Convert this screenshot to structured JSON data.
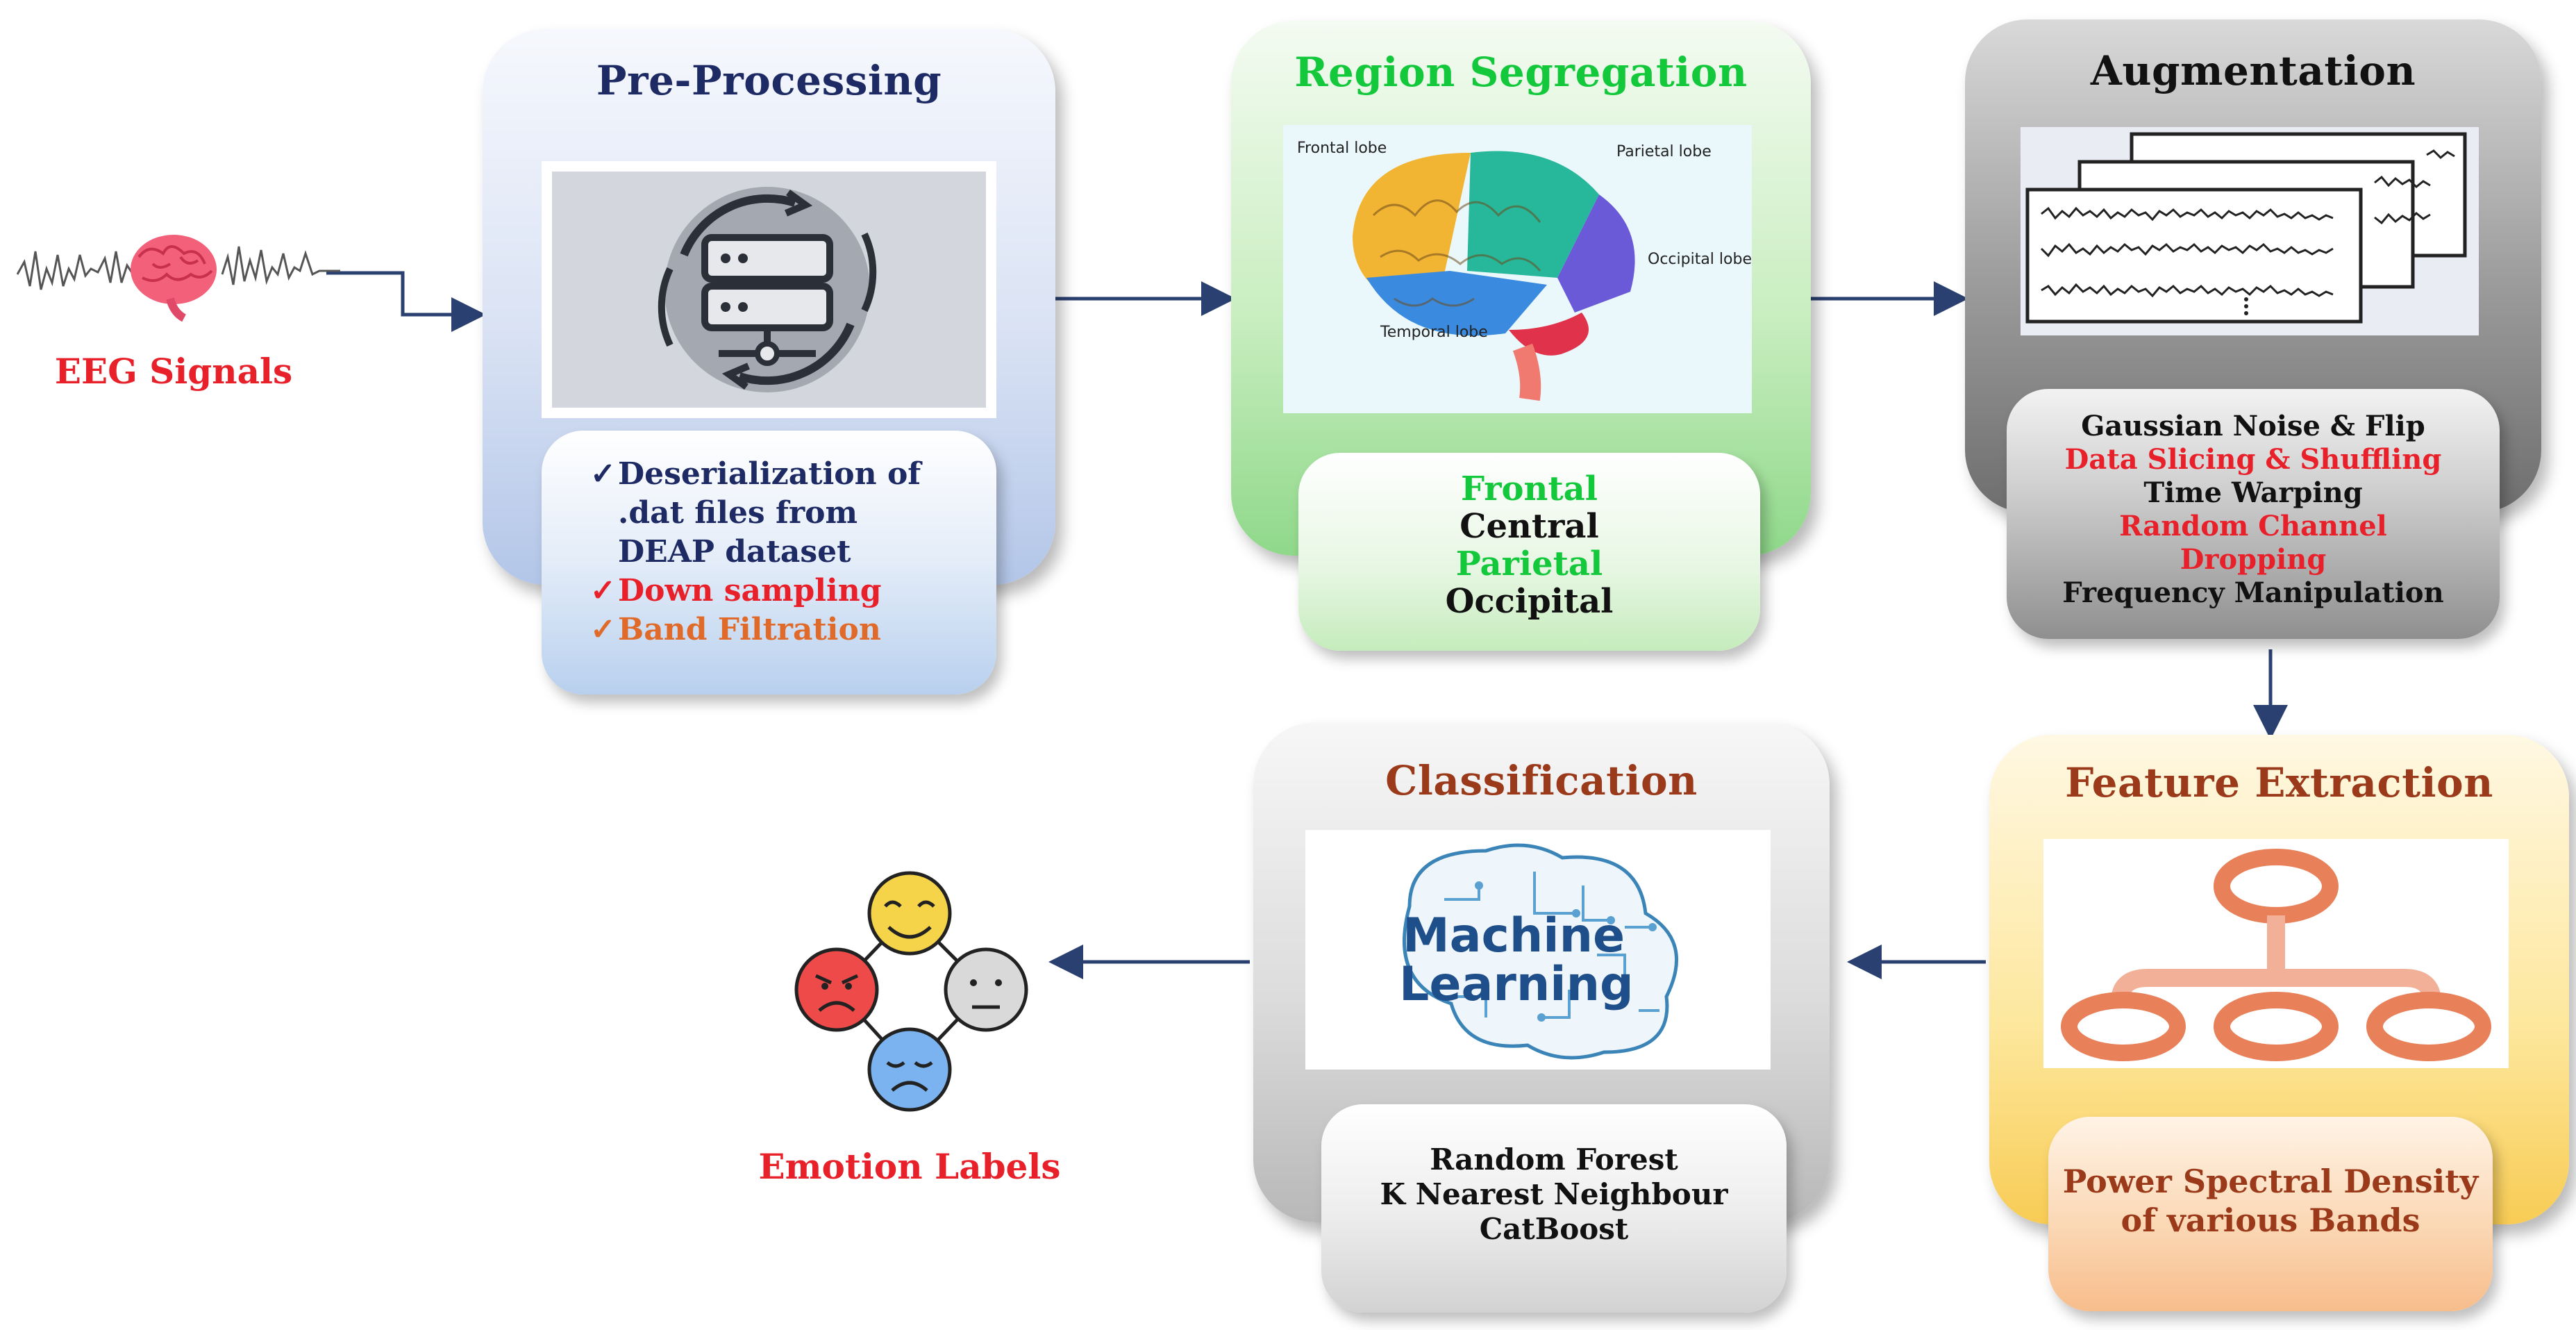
{
  "input": {
    "label": "EEG Signals"
  },
  "preprocessing": {
    "title": "Pre-Processing",
    "items": [
      {
        "mark": "✓",
        "text": "Deserialization of"
      },
      {
        "mark": "",
        "text": ".dat files from"
      },
      {
        "mark": "",
        "text": "DEAP dataset"
      },
      {
        "mark": "✓",
        "text": "Down sampling"
      },
      {
        "mark": "✓",
        "text": "Band Filtration"
      }
    ]
  },
  "region": {
    "title": "Region Segregation",
    "brain_labels": [
      "Frontal lobe",
      "Parietal lobe",
      "Occipital lobe",
      "Temporal lobe"
    ],
    "items": [
      "Frontal",
      "Central",
      "Parietal",
      "Occipital"
    ]
  },
  "augmentation": {
    "title": "Augmentation",
    "items": [
      "Gaussian Noise & Flip",
      "Data Slicing & Shuffling",
      "Time Warping",
      "Random Channel",
      "Dropping",
      "Frequency Manipulation"
    ]
  },
  "feature": {
    "title": "Feature Extraction",
    "items": [
      "Power Spectral Density",
      "of various Bands"
    ]
  },
  "classification": {
    "title": "Classification",
    "image_text": [
      "Machine",
      "Learning"
    ],
    "items": [
      "Random Forest",
      "K Nearest Neighbour",
      "CatBoost"
    ]
  },
  "output": {
    "label": "Emotion Labels"
  },
  "colors": {
    "red": "#e8202a",
    "navy": "#1d2a63",
    "green": "#14c83c",
    "orange": "#e06a2a",
    "brown": "#9b3a1a",
    "arrow": "#2a4070"
  }
}
